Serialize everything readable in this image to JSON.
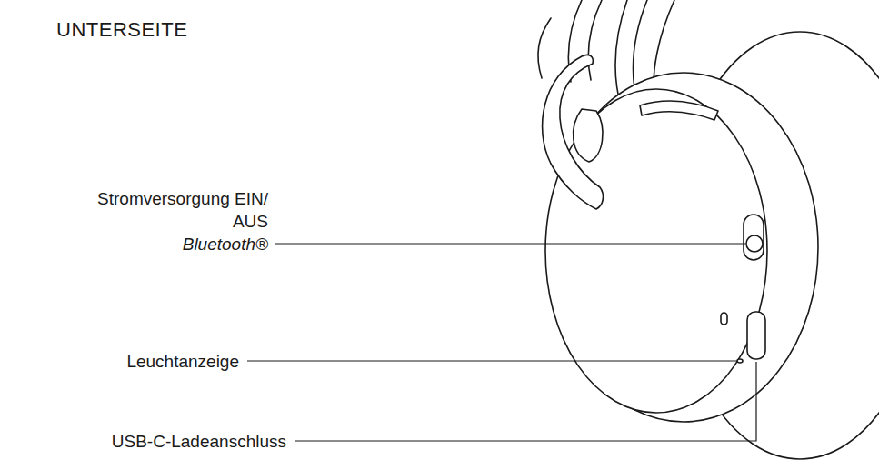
{
  "diagram": {
    "title": "UNTERSEITE",
    "labels": [
      "Stromversorgung EIN/ AUS",
      "Bluetooth®",
      "Leuchtanzeige",
      "USB-C-Ladeanschluss"
    ]
  }
}
